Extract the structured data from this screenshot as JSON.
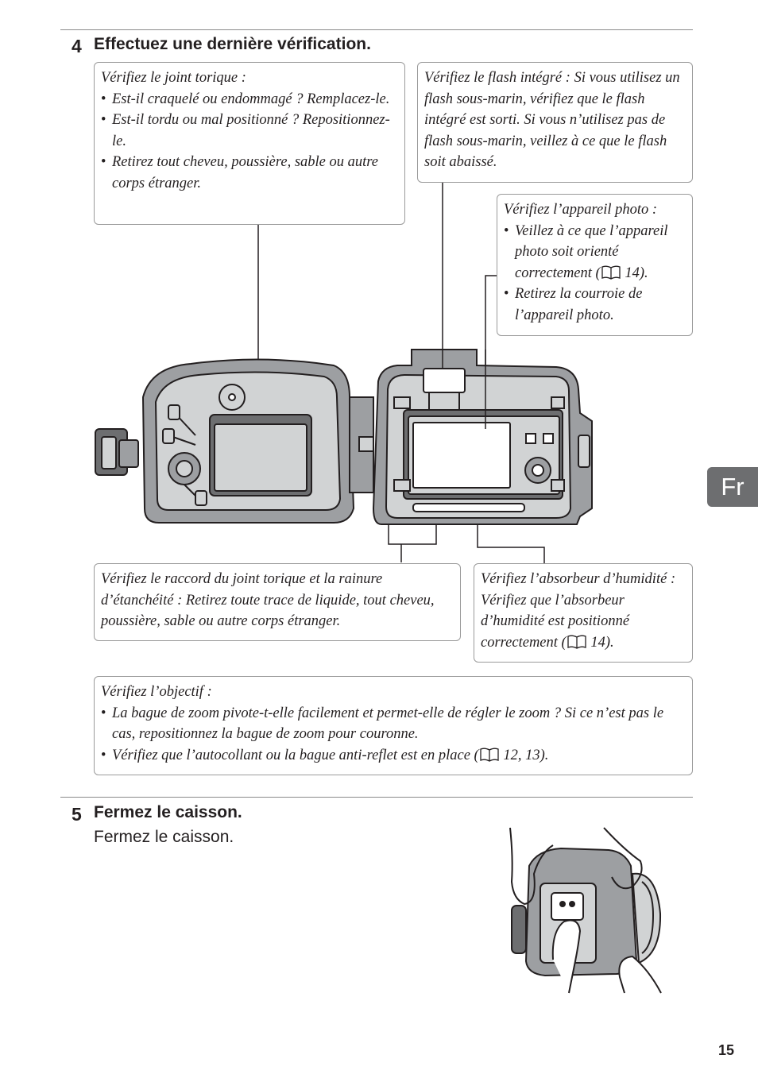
{
  "step4": {
    "number": "4",
    "title": "Effectuez une dernière vérification."
  },
  "callouts": {
    "joint": {
      "head": "Vérifiez le joint torique",
      "colon": " :",
      "items": [
        "Est-il craquelé ou endommagé ? Remplacez-le.",
        "Est-il tordu ou mal positionné ? Repositionnez-le.",
        "Retirez tout cheveu, poussière, sable ou autre corps étranger."
      ]
    },
    "flash": {
      "head": "Vérifiez le flash intégré",
      "text": " : Si vous utilisez un flash sous-marin, vérifiez que le flash intégré est sorti. Si vous n’utilisez pas de flash sous-marin, veillez à ce que le flash soit abaissé."
    },
    "camera": {
      "head": "Vérifiez l’appareil photo",
      "colon": " :",
      "item1_pre": "Veillez à ce que l’appareil photo soit orienté correctement (",
      "item1_post": " 14).",
      "item2": "Retirez la courroie de l’appareil photo."
    },
    "raccord": {
      "head": "Vérifiez le raccord du joint torique et la rainure d’étanchéité",
      "text": " : Retirez toute trace de liquide, tout cheveu, poussière, sable ou autre corps étranger."
    },
    "absorbeur": {
      "head": "Vérifiez l’absorbeur d’humidité",
      "text_pre": " : Vérifiez que l’absorbeur d’humidité est positionné correctement (",
      "text_post": " 14)."
    },
    "objectif": {
      "head": "Vérifiez l’objectif",
      "colon": " :",
      "item1": "La bague de zoom pivote-t-elle facilement et permet-elle de régler le zoom ?  Si ce n’est pas le cas, repositionnez la bague de zoom pour couronne.",
      "item2_pre": "Vérifiez que l’autocollant ou la bague anti-reflet est en place (",
      "item2_post": " 12, 13)."
    }
  },
  "step5": {
    "number": "5",
    "title": "Fermez le caisson.",
    "subtitle": "Fermez le caisson."
  },
  "side_tab": "Fr",
  "page_number": "15",
  "icons": {
    "book": "book-icon",
    "housing": "housing-illustration",
    "closing": "closing-illustration"
  }
}
